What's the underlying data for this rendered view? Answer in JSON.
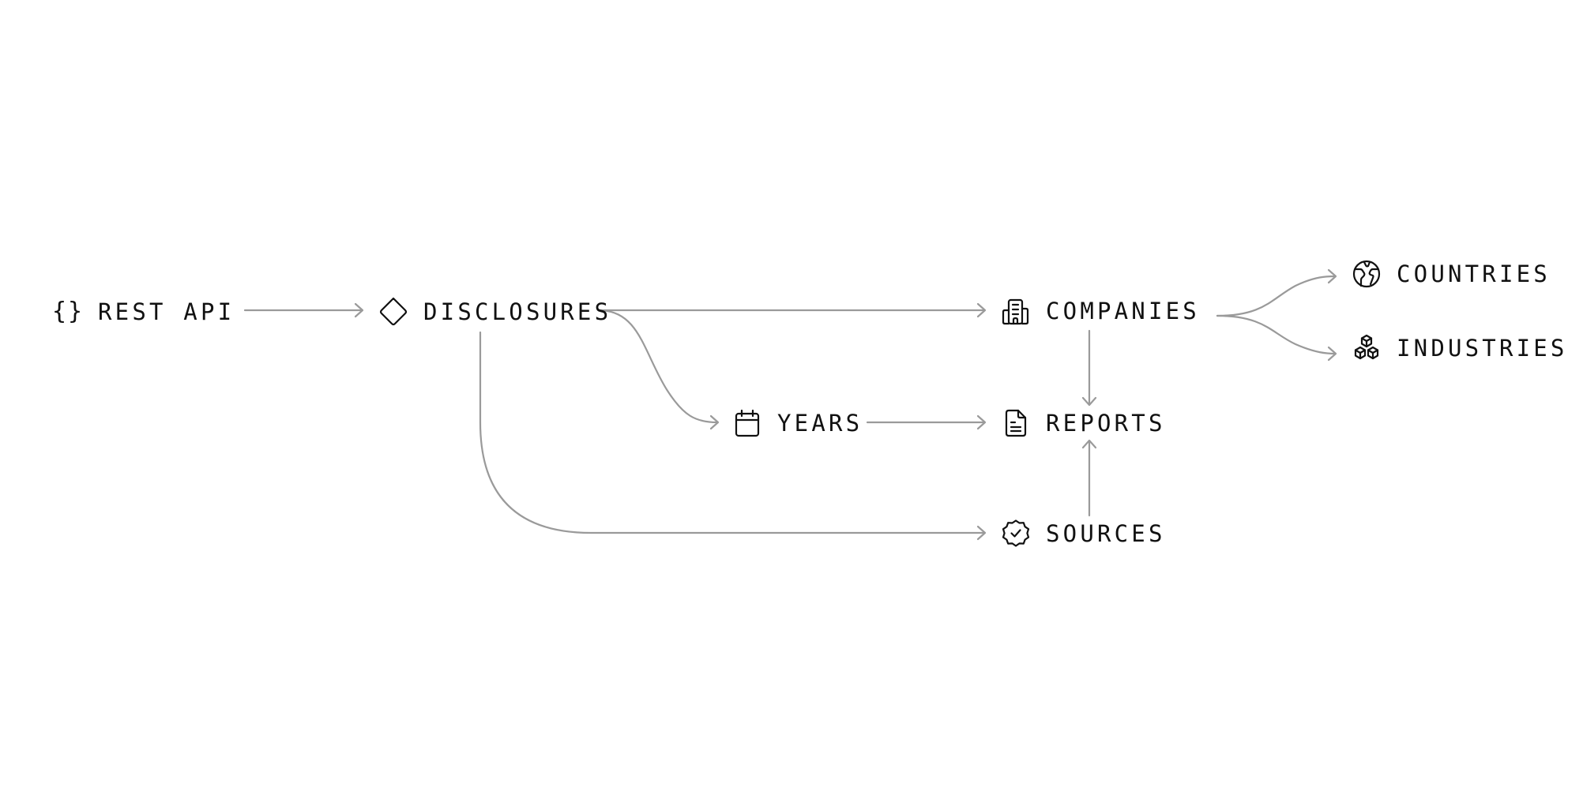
{
  "diagram": {
    "nodes": {
      "rest_api": {
        "label": "REST API",
        "icon": "braces-icon"
      },
      "disclosures": {
        "label": "DISCLOSURES",
        "icon": "diamond-icon"
      },
      "companies": {
        "label": "COMPANIES",
        "icon": "building-icon"
      },
      "countries": {
        "label": "COUNTRIES",
        "icon": "globe-icon"
      },
      "industries": {
        "label": "INDUSTRIES",
        "icon": "cubes-icon"
      },
      "years": {
        "label": "YEARS",
        "icon": "calendar-icon"
      },
      "reports": {
        "label": "REPORTS",
        "icon": "document-icon"
      },
      "sources": {
        "label": "SOURCES",
        "icon": "verified-badge-icon"
      }
    },
    "edges": [
      {
        "from": "rest_api",
        "to": "disclosures"
      },
      {
        "from": "disclosures",
        "to": "companies"
      },
      {
        "from": "disclosures",
        "to": "years"
      },
      {
        "from": "disclosures",
        "to": "sources"
      },
      {
        "from": "companies",
        "to": "countries"
      },
      {
        "from": "companies",
        "to": "industries"
      },
      {
        "from": "companies",
        "to": "reports"
      },
      {
        "from": "years",
        "to": "reports"
      },
      {
        "from": "sources",
        "to": "reports"
      }
    ],
    "colors": {
      "edge": "#9a9a9a",
      "text": "#111111",
      "background": "#ffffff"
    }
  }
}
